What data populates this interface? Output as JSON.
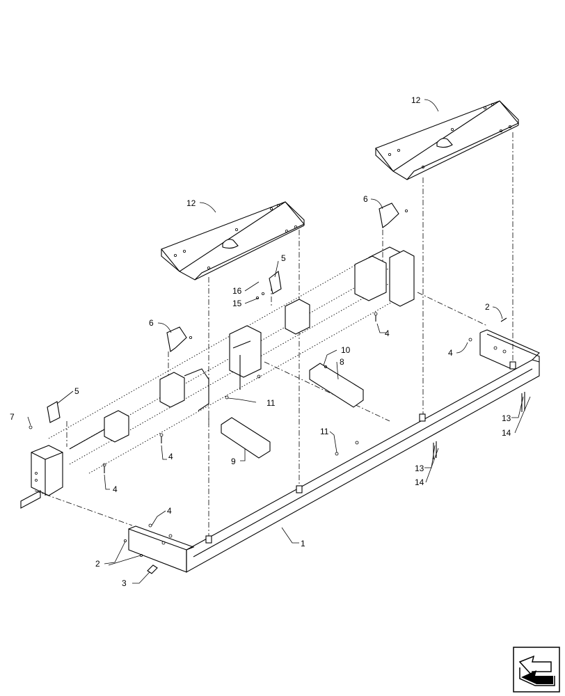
{
  "callouts": [
    {
      "id": "c12a",
      "text": "12"
    },
    {
      "id": "c12b",
      "text": "12"
    },
    {
      "id": "c6a",
      "text": "6"
    },
    {
      "id": "c6b",
      "text": "6"
    },
    {
      "id": "c5a",
      "text": "5"
    },
    {
      "id": "c5b",
      "text": "5"
    },
    {
      "id": "c16",
      "text": "16"
    },
    {
      "id": "c15",
      "text": "15"
    },
    {
      "id": "c2a",
      "text": "2"
    },
    {
      "id": "c2b",
      "text": "2"
    },
    {
      "id": "c4a",
      "text": "4"
    },
    {
      "id": "c4b",
      "text": "4"
    },
    {
      "id": "c4c",
      "text": "4"
    },
    {
      "id": "c4d",
      "text": "4"
    },
    {
      "id": "c4e",
      "text": "4"
    },
    {
      "id": "c10",
      "text": "10"
    },
    {
      "id": "c8",
      "text": "8"
    },
    {
      "id": "c11a",
      "text": "11"
    },
    {
      "id": "c11b",
      "text": "11"
    },
    {
      "id": "c7",
      "text": "7"
    },
    {
      "id": "c9",
      "text": "9"
    },
    {
      "id": "c13a",
      "text": "13"
    },
    {
      "id": "c14a",
      "text": "14"
    },
    {
      "id": "c13b",
      "text": "13"
    },
    {
      "id": "c14b",
      "text": "14"
    },
    {
      "id": "c1",
      "text": "1"
    },
    {
      "id": "c3",
      "text": "3"
    }
  ],
  "nav_icon": "navigation-arrow-icon"
}
